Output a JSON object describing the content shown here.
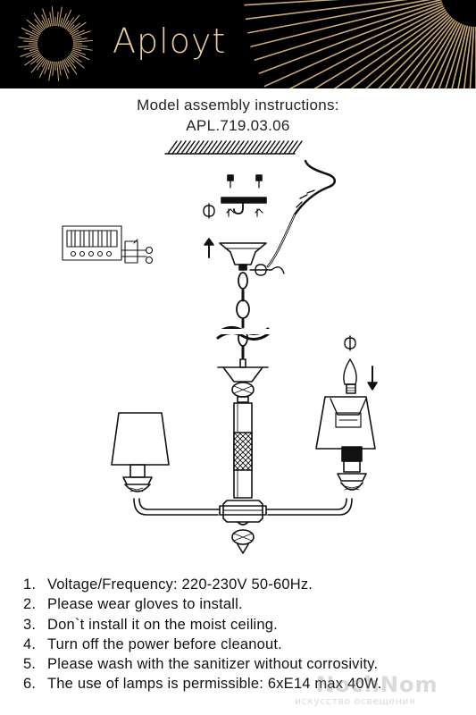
{
  "header": {
    "brand": "Aployt",
    "background": "#000000",
    "accent": "#e4c9a4",
    "logo_icon": "sunburst-logo-icon"
  },
  "document": {
    "title": "Model assembly instructions:",
    "model": "APL.719.03.06"
  },
  "diagram": {
    "icons": [
      "ceiling-hatch-icon",
      "wiring-terminal-icon",
      "mounting-bracket-icon",
      "screwdriver-icon",
      "chain-icon",
      "lampshade-icon",
      "candle-bulb-icon",
      "arrow-up-icon",
      "arrow-down-icon"
    ]
  },
  "instructions": [
    {
      "num": "1.",
      "text": "Voltage/Frequency: 220-230V 50-60Hz."
    },
    {
      "num": "2.",
      "text": "Please wear gloves to install."
    },
    {
      "num": "3.",
      "text": "Don`t install it on the moist ceiling."
    },
    {
      "num": "4.",
      "text": "Turn off the power before cleanout."
    },
    {
      "num": "5.",
      "text": "Please wash with the sanitizer without corrosivity."
    },
    {
      "num": "6.",
      "text": "The use of lamps is permissible: 6xE14 max 40W."
    }
  ],
  "watermark": {
    "line1": "NochNom",
    "line2": "искусство освещения"
  }
}
